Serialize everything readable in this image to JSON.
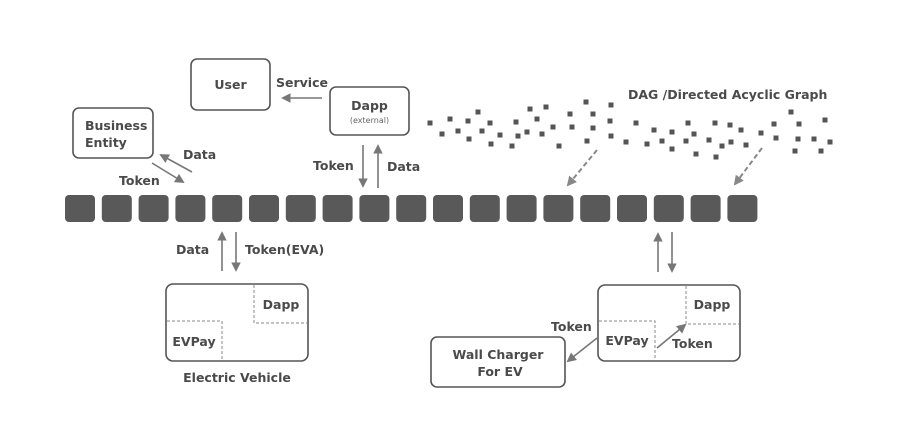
{
  "nodes": {
    "user": {
      "label": "User"
    },
    "dapp_external": {
      "label": "Dapp",
      "sublabel": "(external)"
    },
    "business_entity": {
      "line1": "Business",
      "line2": "Entity"
    },
    "electric_vehicle": {
      "caption": "Electric Vehicle",
      "dapp": "Dapp",
      "evpay": "EVPay"
    },
    "charger_device": {
      "dapp": "Dapp",
      "evpay": "EVPay",
      "inner_token": "Token"
    },
    "wall_charger": {
      "line1": "Wall Charger",
      "line2": "For EV"
    }
  },
  "dag": {
    "title": "DAG /Directed Acyclic Graph",
    "block_count": 19
  },
  "edges": {
    "service": "Service",
    "be_data": "Data",
    "be_token": "Token",
    "dapp_token": "Token",
    "dapp_data": "Data",
    "ev_data": "Data",
    "ev_token": "Token(EVA)",
    "charger_token": "Token"
  }
}
